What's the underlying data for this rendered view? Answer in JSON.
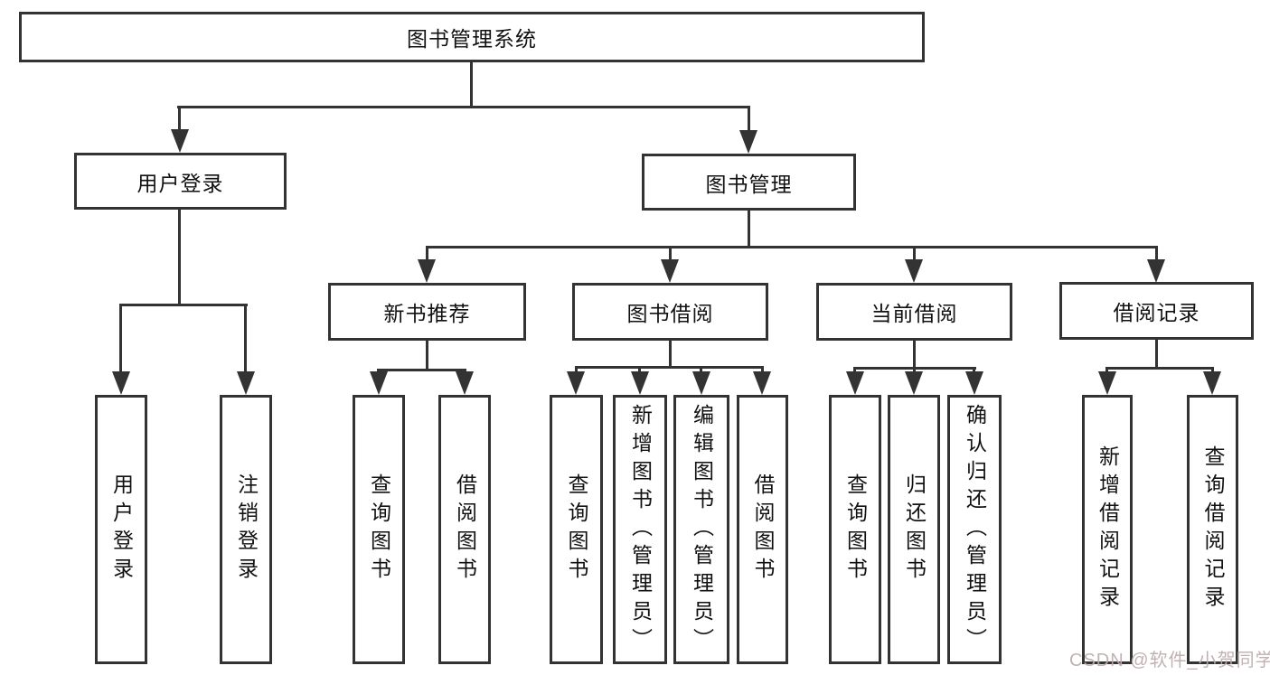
{
  "diagram": {
    "root": {
      "label": "图书管理系统"
    },
    "level2": [
      {
        "label": "用户登录"
      },
      {
        "label": "图书管理"
      }
    ],
    "level3": [
      {
        "label": "新书推荐"
      },
      {
        "label": "图书借阅"
      },
      {
        "label": "当前借阅"
      },
      {
        "label": "借阅记录"
      }
    ],
    "leaves": {
      "user_login": [
        "用户登录",
        "注销登录"
      ],
      "new_book_rec": [
        "查询图书",
        "借阅图书"
      ],
      "book_borrow": [
        "查询图书",
        "新增图书（管理员）",
        "编辑图书（管理员）",
        "借阅图书"
      ],
      "current_borrow": [
        "查询图书",
        "归还图书",
        "确认归还（管理员）"
      ],
      "borrow_record": [
        "新增借阅记录",
        "查询借阅记录"
      ]
    },
    "colors": {
      "line": "#333333",
      "border": "#333333",
      "text": "#111111",
      "background": "#ffffff",
      "watermark": "#bdabac"
    }
  },
  "watermark": {
    "text": "CSDN @软件_小贺同学"
  }
}
